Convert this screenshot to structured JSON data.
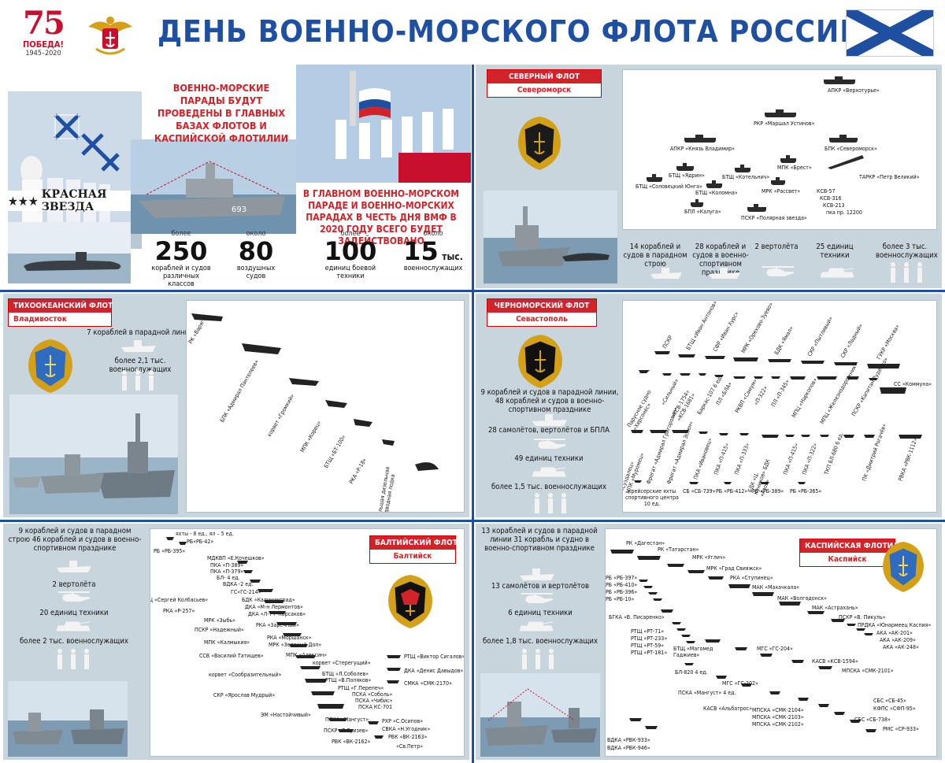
{
  "header": {
    "logo_number": "75",
    "logo_victory": "ПОБЕДА!",
    "logo_years": "1945–2020",
    "title": "ДЕНЬ ВОЕННО-МОРСКОГО ФЛОТА РОССИИ"
  },
  "intro": {
    "krasnaya": "КРАСНАЯ ЗВЕЗДА",
    "parade_text": "ВОЕННО-МОРСКИЕ ПАРАДЫ БУДУТ ПРОВЕДЕНЫ В ГЛАВНЫХ БАЗАХ ФЛОТОВ И КАСПИЙСКОЙ ФЛОТИЛИИ",
    "main_parade_text": "В ГЛАВНОМ ВОЕННО-МОРСКОМ ПАРАДЕ И ВОЕННО-МОРСКИХ ПАРАДАХ В ЧЕСТЬ ДНЯ ВМФ В 2020 ГОДУ ВСЕГО БУДЕТ ЗАДЕЙСТВОВАНО",
    "ship_number": "693",
    "stats": [
      {
        "pre": "более",
        "num": "250",
        "unit": "",
        "desc": "кораблей и судов различных классов"
      },
      {
        "pre": "около",
        "num": "80",
        "unit": "",
        "desc": "воздушных судов"
      },
      {
        "pre": "более",
        "num": "100",
        "unit": "",
        "desc": "единиц боевой техники"
      },
      {
        "pre": "около",
        "num": "15",
        "unit": "тыс.",
        "desc": "военнослужащих"
      }
    ]
  },
  "north": {
    "name": "СЕВЕРНЫЙ ФЛОТ",
    "city": "Североморск",
    "stats": [
      "14 кораблей и судов в парадном строю",
      "28 кораблей и судов в военно-спортивном празднике",
      "2 вертолёта",
      "25 единиц техники",
      "более 3 тыс. военнослужащих"
    ],
    "ships": [
      "АПКР «Верхотурье»",
      "РКР «Маршал Устинов»",
      "АПКР «Князь Владимир»",
      "БПК «Североморск»",
      "БТЩ «Ядрин»",
      "МПК «Брест»",
      "ТАРКР «Петр Великий»",
      "БТЩ «Котельнич»",
      "БТЩ «Соловецкий Юнга»",
      "БТЩ «Коломна»",
      "МРК «Рассвет»",
      "КСВ-57",
      "КСВ-316",
      "КСВ-213",
      "пка пр. 12200",
      "БПЛ «Калуга»",
      "ПСКР «Полярная звезда»"
    ]
  },
  "pacific": {
    "name": "ТИХООКЕАНСКИЙ ФЛОТ",
    "city": "Владивосток",
    "stats": [
      "7 кораблей в парадной линии",
      "более 2,1 тыс. военнослужащих"
    ],
    "ships": [
      "РК «Варяг»",
      "БПК «Адмирал Пантелеев»",
      "корвет «Громкий»",
      "МПК «Корец»",
      "БТЩ «БТ-100»",
      "РКА «Р-18»",
      "большая дизельная подводная лодка"
    ]
  },
  "black": {
    "name": "ЧЕРНОМОРСКИЙ ФЛОТ",
    "city": "Севастополь",
    "stats": [
      "9 кораблей и судов в парадной линии, 48 кораблей и судов в военно-спортивном празднике",
      "28 самолётов, вертолётов и БПЛА",
      "49 единиц техники",
      "более 1,5 тыс. военнослужащих"
    ],
    "top_ships": [
      "ПСКР",
      "БТЩ «Иван Антонов»",
      "СФР «Иван Хурс»",
      "МРК «Орехово-Зуево»",
      "БДК «Ямал»",
      "СКР «Пытливый»",
      "СКР «Ладный»",
      "ГУКР «Москва»"
    ],
    "mid_ships": [
      "Парусное судно «Херсонес»",
      "«Сильный»",
      "«КСВ-1754» «КСВ-1681»",
      "Баркас-107 6 ед.",
      "ПЛ «БЛА»",
      "РКВП «Самум»",
      "«П-322»",
      "ПЛ «П-345»",
      "МПЦ «Наркопов»",
      "МПЦ «Железнодорожник»",
      "СС «Коммуна»",
      "ПСКР «Капитан Руденко»"
    ],
    "low_ships": [
      "МПК «Суздалец» МПК «Муромец»",
      "Фрегат «Адмирал Григорович»",
      "Фрегат «Адмирал Эссен»",
      "ПКА «Ивановец»",
      "ПКА «П-415»",
      "ПКА «П-333»",
      "БДК «Ц. Куников» БДК «Азов»",
      "ПКА «П-415»",
      "ПКА «П-322»",
      "ТКП БЛ-680 6 ед.",
      "ПК «Дмитрий Рогачёв»",
      "РВКА «РВК-1112»"
    ],
    "bottom_ships": [
      "крейсерские яхты спортивного центра 10 ед.",
      "СБ «СБ-739»",
      "РБ «РБ-412»",
      "РБ «РБ-389»",
      "РБ «РБ-365»"
    ]
  },
  "baltic": {
    "name": "БАЛТИЙСКИЙ ФЛОТ",
    "city": "Балтийск",
    "stats": [
      "9 кораблей и судов в парадном строю 46 кораблей и судов в военно-спортивном празднике",
      "2 вертолёта",
      "20 единиц техники",
      "более 2 тыс. военнослужащих"
    ],
    "ships": [
      "яхты - 8 ед., ял – 5 ед.",
      "РБ«РБ-42»",
      "РБ «РБ-395»",
      "МДКВП «Е.Кочешков»",
      "ПКА «П-389»",
      "ПКА «П-379»",
      "БЛ- 4 ед.",
      "ВДКА -2 ед.",
      "ГС«ГС-214»",
      "БТЩ «Сергей Колбасьев»",
      "БДК «Калининград»",
      "ДКА «М-н Лермонтов»",
      "РКА «Р-257»",
      "ДКА «Л-т Р-Корсаков»",
      "МРК «Зыбь»",
      "ПСКР «Надежный»",
      "РКА «Заречный»",
      "РКА «Моршанск»",
      "МРК «Зеленый Дол»",
      "МПК «Калмыкия»",
      "МПК «Алексин»",
      "ССВ «Василий Татищев»",
      "корвет «Стерегущий»",
      "корвет «Сообразительный»",
      "РТЩ «Виктор Сигалов»",
      "ДКА «Денис Давыдов»",
      "СМКА «СМК-2170»",
      "БТЩ «Л.Соболев»",
      "РТЩ «В.Поляков»",
      "РТЩ «Г.Перепеч»",
      "ПСКА «Соболь»",
      "ПСКА «Чибис»",
      "ПСКА КС-701",
      "СКР «Ярослав Мудрый»",
      "ЭМ «Настойчивый»",
      "ПСКА «Мангуст»",
      "ПСКР «В.Гризев»",
      "РХР «С.Осипов»",
      "СВКА «Н.Угодник»",
      "РВК «ВК-2163»",
      "РВК «ВК-2162»",
      "«Св.Петр»"
    ]
  },
  "caspian": {
    "name": "КАСПИЙСКАЯ ФЛОТИЛИЯ",
    "city": "Каспийск",
    "stats": [
      "13 кораблей и судов в парадной линии 31 корабль и судно в военно-спортивном празднике",
      "13 самолётов и вертолётов",
      "6 единиц техники",
      "более 1,8 тыс. военнослужащих"
    ],
    "ships": [
      "РК «Дагестан»",
      "РК «Татарстан»",
      "МРК «Углич»",
      "МРК «Град Свияжск»",
      "РКА «Ступинец»",
      "МАК «Махачкала»",
      "МАК «Волгодонск»",
      "МАК «Астрахань»",
      "ПСКР «В. Пикуль»",
      "ПРДКА «Юнармеец Каспия»",
      "АКА «АК-201»",
      "АКА «АК-209»",
      "АКА «АК-248»",
      "РБ «РБ-397»",
      "РБ «РБ-410»",
      "РБ «РБ-396»",
      "РБ «РБ-10»",
      "БГКА «В. Писаренко»",
      "РТЩ «РТ-71»",
      "РТЩ «РТ-233»",
      "РТЩ «РТ-59»",
      "РТЩ «РТ-181»",
      "БТЩ «Магомед Гаджиев»",
      "МГС «ГС-204»",
      "КАСВ «КСВ-1594»",
      "МПСКА «СМК-2101»",
      "БЛ-820 4 ед.",
      "МГС «ГС-202»",
      "ПСКА «Мангуст» 4 ед.",
      "КАСВ «Альбатрос»",
      "МПСКА «СМК-2104»",
      "МПСКА «СМК-2103»",
      "МПСКА «СМК-2102»",
      "СБС «СБ-45»",
      "КФПС «СФП-95»",
      "СБС «СБ-738»",
      "РМС «СР-933»",
      "ВДКА «РВК-933»",
      "ВДКА «РВК-946»"
    ]
  }
}
